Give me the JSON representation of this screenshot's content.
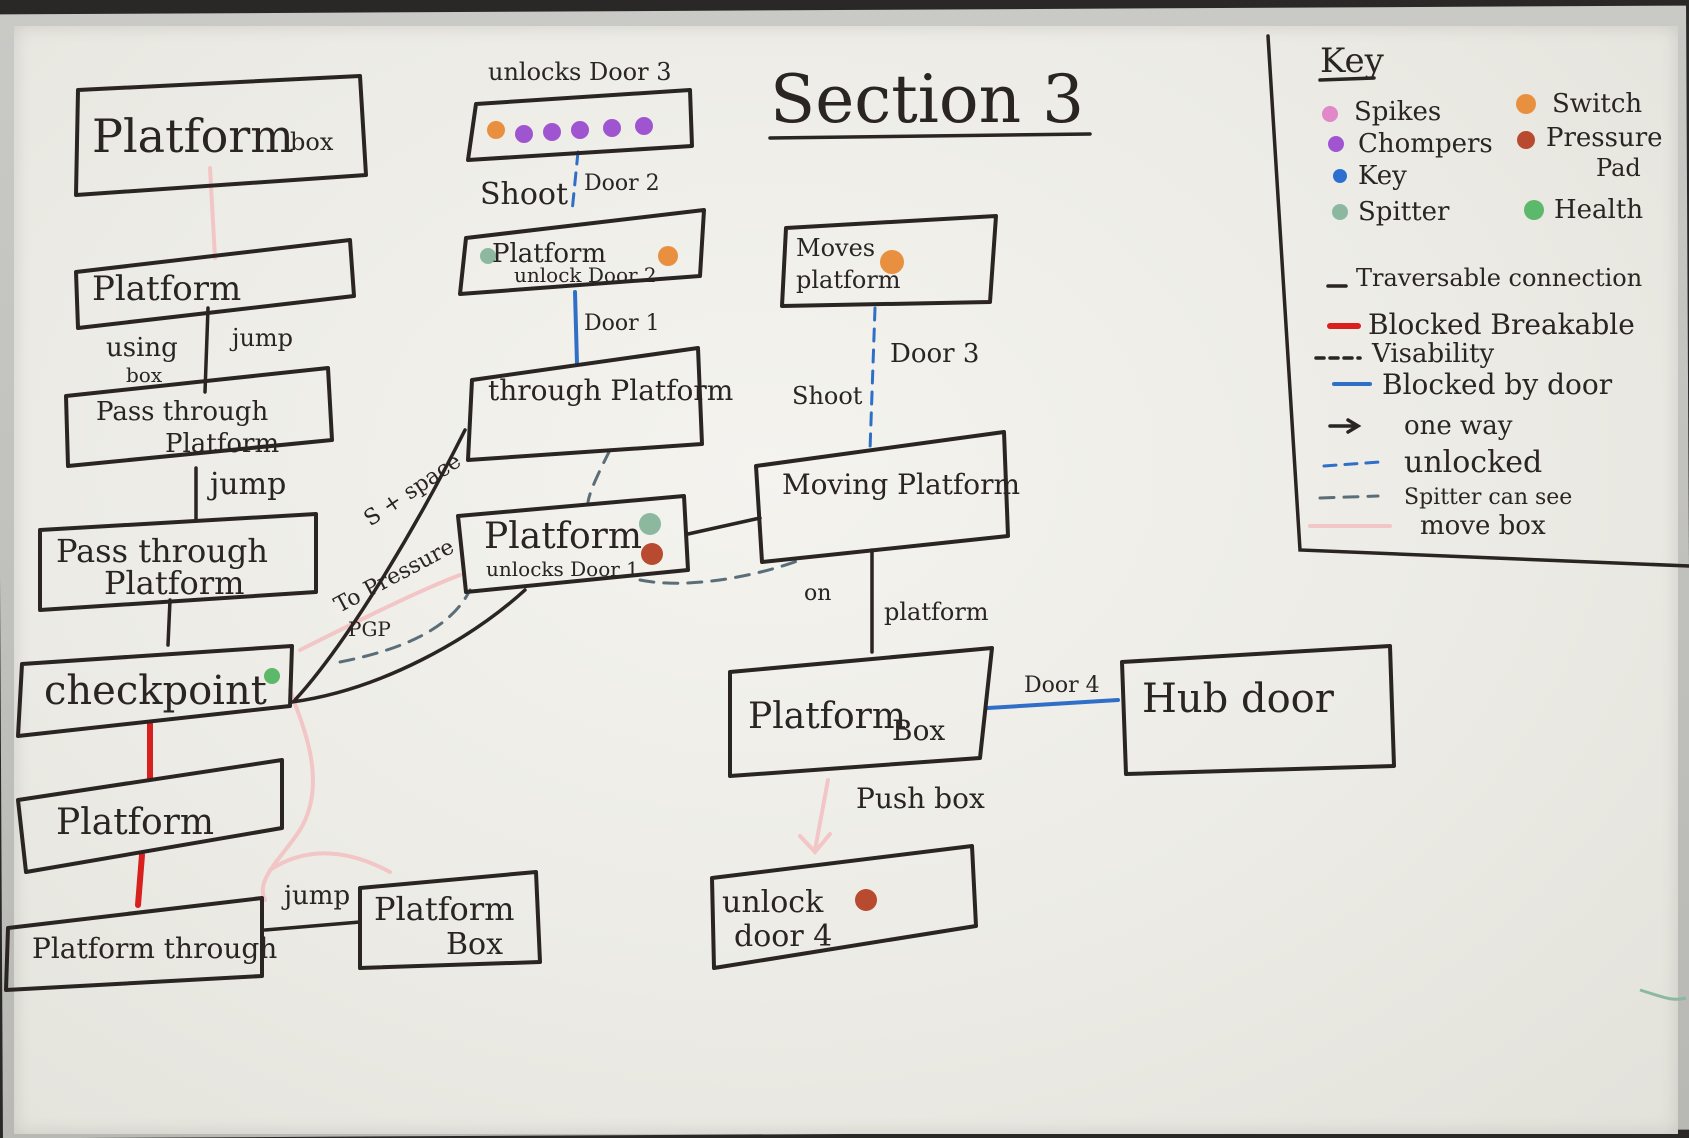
{
  "title": "Section 3",
  "colors": {
    "ink": "#2a2422",
    "spikes": "#e088c8",
    "chompers": "#a055d0",
    "key": "#2d6fd0",
    "spitter": "#8cb8a0",
    "switch": "#e89040",
    "pressure_pad": "#b84a30",
    "health": "#5cb86a",
    "blocked_breakable": "#d8201f",
    "blocked_by_door": "#2f6fc8",
    "move_box": "#f2c6c6"
  },
  "key_legend": {
    "heading": "Key",
    "items": {
      "spikes": "Spikes",
      "chompers": "Chompers",
      "key": "Key",
      "spitter": "Spitter",
      "switch": "Switch",
      "pressure_pad_1": "Pressure",
      "pressure_pad_2": "Pad",
      "health": "Health"
    },
    "lines": {
      "traversable": "Traversable connection",
      "blocked_breakable": "Blocked Breakable",
      "visability": "Visability",
      "blocked_by_door": "Blocked by door",
      "one_way": "one way",
      "unlocked": "unlocked",
      "spitter_can_see": "Spitter can see",
      "move_box": "move box"
    }
  },
  "nodes": {
    "platform_box_top": {
      "line1": "Platform",
      "line2": "box"
    },
    "platform_left": {
      "label": "Platform"
    },
    "pass_through_1": {
      "line1": "Pass through",
      "line2": "Platform"
    },
    "pass_through_2": {
      "line1": "Pass through",
      "line2": "Platform"
    },
    "checkpoint": {
      "label": "checkpoint"
    },
    "platform_lower": {
      "label": "Platform"
    },
    "platform_through": {
      "label": "Platform through"
    },
    "platform_box_bottom": {
      "line1": "Platform",
      "line2": "Box"
    },
    "unlocks_door3_box": {
      "caption": "unlocks Door 3"
    },
    "platform_unlock_door2": {
      "line1": "Platform",
      "line2": "unlock Door 2"
    },
    "through_platform": {
      "label": "through Platform"
    },
    "platform_unlocks_door1": {
      "line1": "Platform",
      "line2": "unlocks Door 1"
    },
    "moves_platform": {
      "line1": "Moves",
      "line2": "platform"
    },
    "moving_platform": {
      "label": "Moving Platform"
    },
    "platform_box_mid": {
      "line1": "Platform",
      "line2": "Box"
    },
    "hub_door": {
      "label": "Hub door"
    },
    "unlock_door4": {
      "line1": "unlock",
      "line2": "door 4"
    }
  },
  "edges": {
    "using_box_1": "using",
    "using_box_2": "box",
    "jump_1": "jump",
    "jump_2": "jump",
    "jump_3": "jump",
    "s_space": "S + space",
    "to_pressure_1": "To Pressure",
    "to_pressure_2": "PGP",
    "shoot_top": "Shoot",
    "door2": "Door 2",
    "door1": "Door 1",
    "shoot_mid": "Shoot",
    "door3": "Door 3",
    "on": "on",
    "platform_edge": "platform",
    "door4": "Door 4",
    "push_box": "Push box"
  }
}
